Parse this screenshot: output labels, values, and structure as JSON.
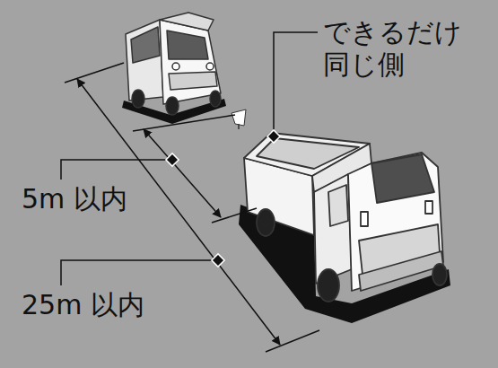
{
  "diagram": {
    "labels": [
      "できるだけ 同じ側",
      "5m 以内",
      "25m 以内"
    ]
  }
}
